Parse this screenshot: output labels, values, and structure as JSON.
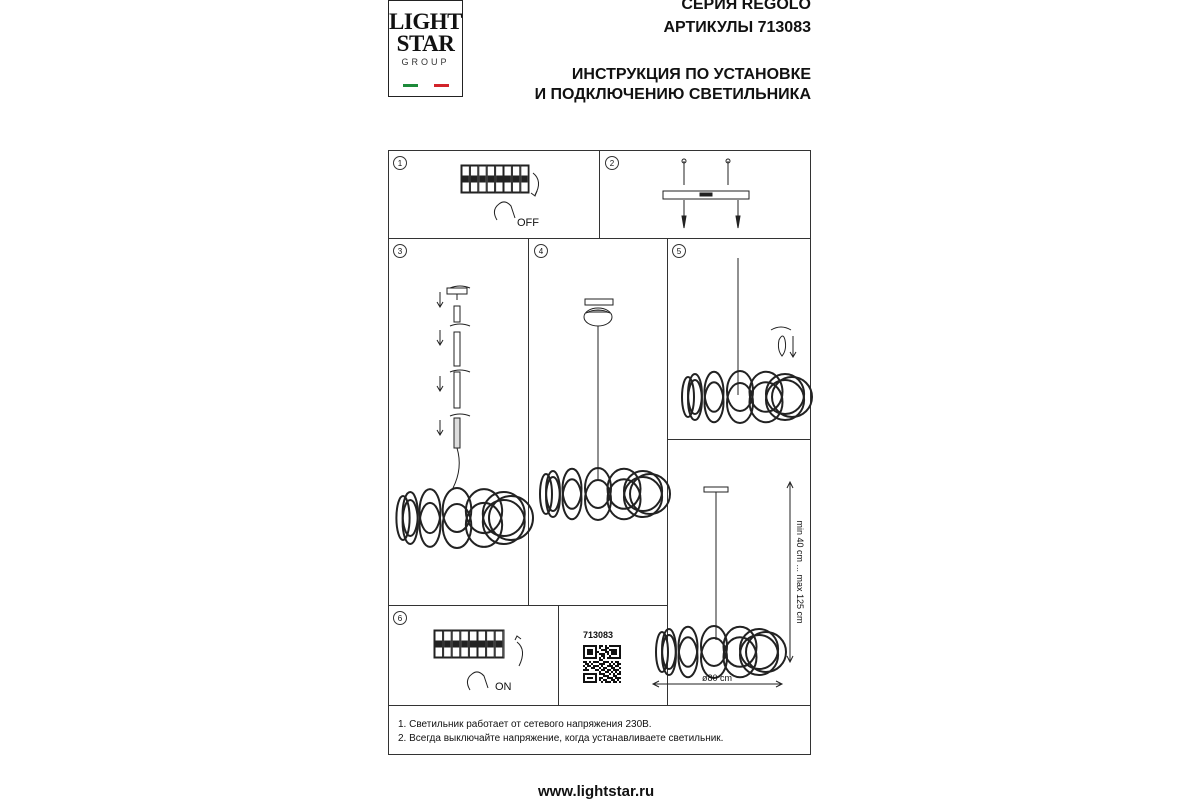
{
  "logo": {
    "line1": "LIGHT",
    "line2": "STAR",
    "line3": "GROUP",
    "flag_colors": [
      "#1d8a3a",
      "#ffffff",
      "#d2232a"
    ]
  },
  "header": {
    "series": "СЕРИЯ REGOLO",
    "articles": "АРТИКУЛЫ 713083",
    "title_line1": "ИНСТРУКЦИЯ ПО УСТАНОВКЕ",
    "title_line2": "И ПОДКЛЮЧЕНИЮ СВЕТИЛЬНИКА"
  },
  "steps": {
    "s1": "1",
    "s2": "2",
    "s3": "3",
    "s4": "4",
    "s5": "5",
    "s6": "6"
  },
  "labels": {
    "off": "OFF",
    "on": "ON",
    "article": "713083",
    "height": "min 40 cm ... max 125 cm",
    "diameter": "ø80 cm"
  },
  "notes": [
    "1. Светильник работает от сетевого напряжения 230В.",
    "2. Всегда выключайте напряжение, когда устанавливаете светильник."
  ],
  "website": "www.lightstar.ru"
}
